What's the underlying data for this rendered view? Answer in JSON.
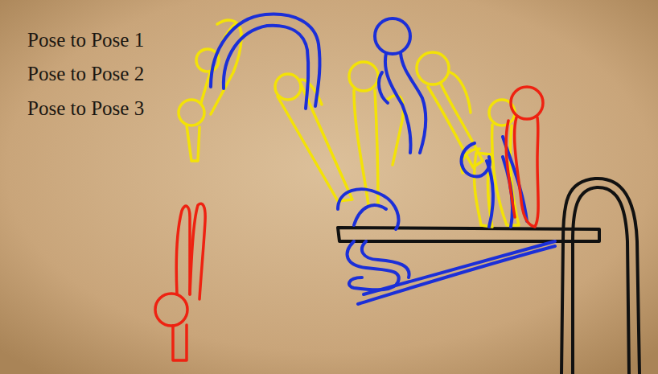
{
  "diagram": {
    "labels": [
      "Pose to Pose 1",
      "Pose to Pose 2",
      "Pose to Pose 3"
    ]
  }
}
